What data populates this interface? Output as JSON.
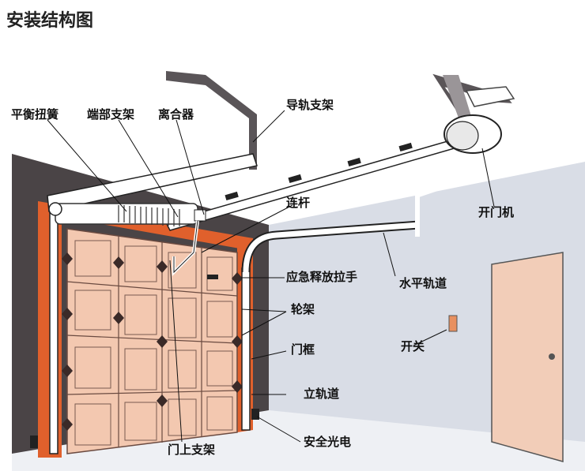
{
  "title": "安装结构图",
  "labels": {
    "torsion_spring": "平衡扭簧",
    "end_bracket": "端部支架",
    "clutch": "离合器",
    "rail_bracket": "导轨支架",
    "connecting_rod": "连杆",
    "emergency_release": "应急释放拉手",
    "horizontal_track": "水平轨道",
    "opener": "开门机",
    "roller_bracket": "轮架",
    "door_frame": "门框",
    "switch": "开关",
    "vertical_track": "立轨道",
    "top_bracket": "门上支架",
    "safety_sensor": "安全光电"
  },
  "colors": {
    "back_wall": "#4a4446",
    "side_wall": "#d9dde6",
    "door_panel": "#f3c8b0",
    "door_frame": "#e0602c",
    "track": "#ffffff",
    "door_side": "#f2cdb8"
  }
}
